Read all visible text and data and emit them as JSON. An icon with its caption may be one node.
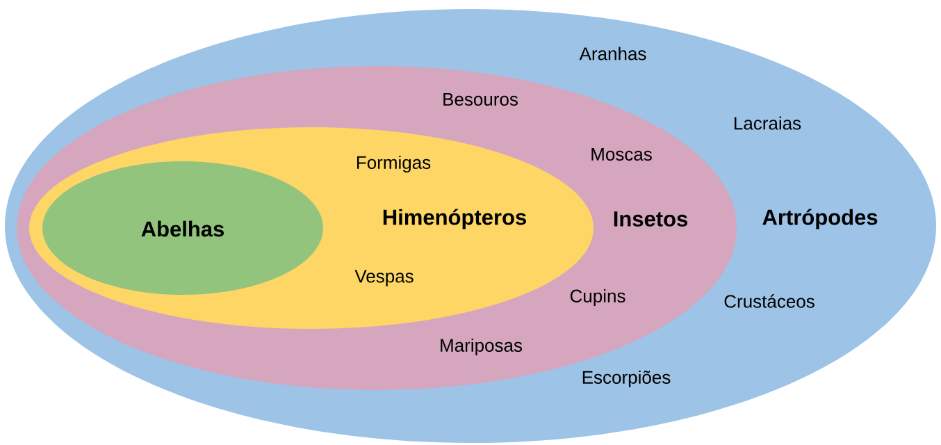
{
  "diagram": {
    "nodes": [
      {
        "text": [
          "Aranhas",
          "Lacraias",
          "Artrópodes",
          "Crustáceos",
          "Escorpiões"
        ]
      },
      {
        "text": [
          "Besouros",
          "Moscas",
          "Insetos",
          "Cupins",
          "Mariposas"
        ],
        "in": 0
      },
      {
        "text": [
          "Formigas",
          "Himenópteros",
          "Vespas"
        ],
        "in": 1
      },
      {
        "text": [
          "Abelhas"
        ],
        "in": 2
      }
    ]
  }
}
